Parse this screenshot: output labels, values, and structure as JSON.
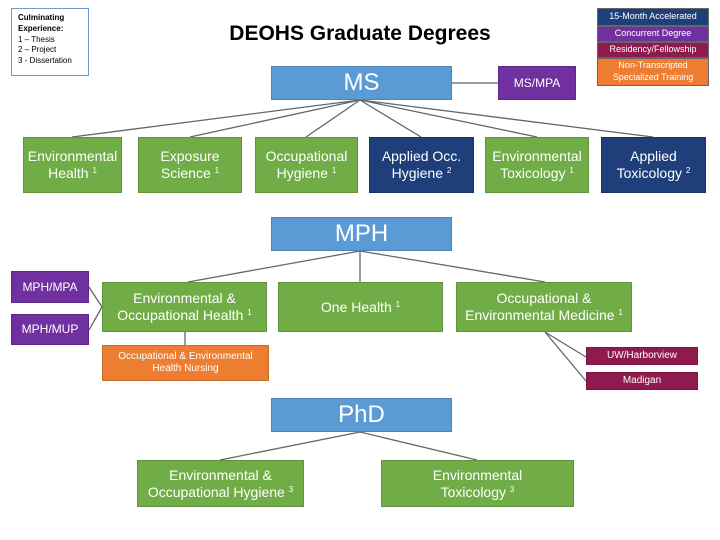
{
  "title": "DEOHS Graduate Degrees",
  "culminating": {
    "heading1": "Culminating",
    "heading2": "Experience:",
    "items": [
      "1 – Thesis",
      "2 – Project",
      "3 - Dissertation"
    ]
  },
  "legend": [
    {
      "label": "15-Month Accelerated",
      "color": "#1f3f7a"
    },
    {
      "label": "Concurrent Degree",
      "color": "#7030a0"
    },
    {
      "label": "Residency/Fellowship",
      "color": "#8e1a4e"
    },
    {
      "label": "Non-Transcripted Specialized Training",
      "color": "#ed7d31"
    }
  ],
  "ms": {
    "label": "MS",
    "concurrent": "MS/MPA",
    "programs": [
      {
        "line1": "Environmental",
        "line2": "Health",
        "sup": "1"
      },
      {
        "line1": "Exposure",
        "line2": "Science",
        "sup": "1"
      },
      {
        "line1": "Occupational",
        "line2": "Hygiene",
        "sup": "1"
      },
      {
        "line1": "Applied Occ.",
        "line2": "Hygiene",
        "sup": "2"
      },
      {
        "line1": "Environmental",
        "line2": "Toxicology",
        "sup": "1"
      },
      {
        "line1": "Applied",
        "line2": "Toxicology",
        "sup": "2"
      }
    ]
  },
  "mph": {
    "label": "MPH",
    "concurrent": [
      "MPH/MPA",
      "MPH/MUP"
    ],
    "programs": [
      {
        "line1": "Environmental &",
        "line2": "Occupational Health",
        "sup": "1"
      },
      {
        "line1": "",
        "line2": "One Health",
        "sup": "1"
      },
      {
        "line1": "Occupational &",
        "line2": "Environmental Medicine",
        "sup": "1"
      }
    ],
    "training": {
      "line1": "Occupational & Environmental",
      "line2": "Health Nursing"
    },
    "residencies": [
      "UW/Harborview",
      "Madigan"
    ]
  },
  "phd": {
    "label": "PhD",
    "programs": [
      {
        "line1": "Environmental &",
        "line2": "Occupational Hygiene",
        "sup": "3"
      },
      {
        "line1": "Environmental",
        "line2": "Toxicology",
        "sup": "3"
      }
    ]
  }
}
